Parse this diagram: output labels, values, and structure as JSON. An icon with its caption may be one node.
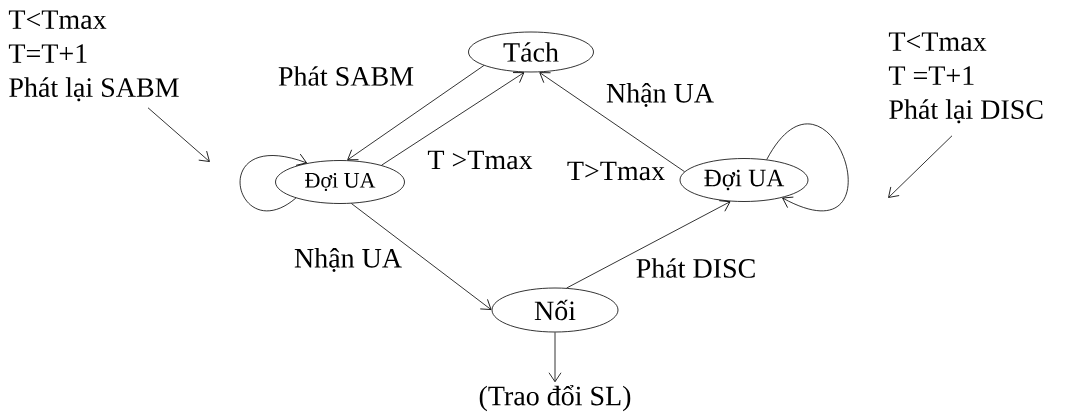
{
  "diagram": {
    "nodes": [
      {
        "text": [
          "Tách"
        ]
      },
      {
        "text": [
          "Đợi UA"
        ]
      },
      {
        "text": [
          "Đợi UA"
        ]
      },
      {
        "text": [
          "Nối"
        ]
      },
      {
        "text": [
          "(Trao đổi SL)"
        ]
      },
      {
        "text": [
          "T<Tmax",
          "T=T+1",
          "Phát lại SABM"
        ]
      },
      {
        "text": [
          "T<Tmax",
          "T =T+1",
          "Phát lại DISC"
        ]
      }
    ],
    "edges": [
      {
        "from": 0,
        "to": 1,
        "arrow": "to",
        "label": "Phát SABM"
      },
      {
        "from": 1,
        "to": 0,
        "arrow": "to",
        "label": "T >Tmax"
      },
      {
        "from": 1,
        "to": 1,
        "arrow": "to"
      },
      {
        "from": 1,
        "to": 3,
        "arrow": "to",
        "label": "Nhận UA"
      },
      {
        "from": 3,
        "to": 2,
        "arrow": "to",
        "label": "Phát DISC"
      },
      {
        "from": 2,
        "to": 0,
        "arrow": "to",
        "label": "Nhận UA"
      },
      {
        "from": 2,
        "to": 2,
        "arrow": "to"
      },
      {
        "from": 3,
        "to": 4,
        "arrow": "to"
      },
      {
        "from": 5,
        "to": null,
        "arrow": "to"
      },
      {
        "from": 6,
        "to": null,
        "arrow": "to"
      }
    ],
    "labels": [
      "T>Tmax"
    ]
  }
}
